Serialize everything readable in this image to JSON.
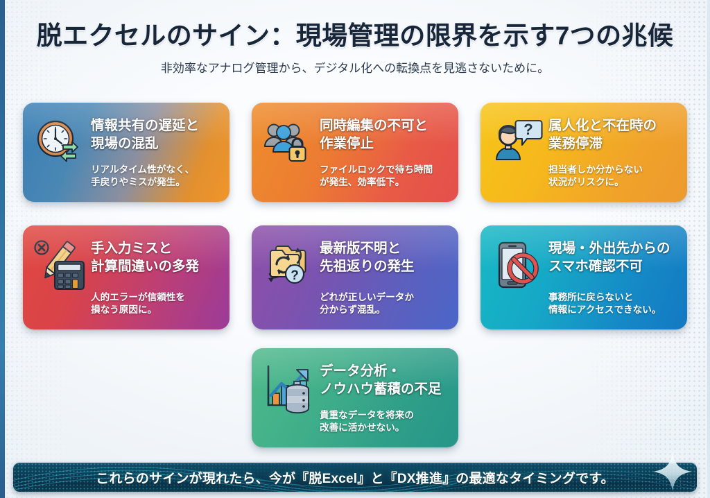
{
  "header": {
    "title": "脱エクセルのサイン：現場管理の限界を示す7つの兆候",
    "subtitle": "非効率なアナログ管理から、デジタル化への転換点を見逃さないために。"
  },
  "cards": [
    {
      "id": "card-1",
      "icon": "clock-exchange-arrows-icon",
      "headline": "情報共有の遅延と\n現場の混乱",
      "detail": "リアルタイム性がなく、\n手戻りやミスが発生。",
      "gradient_from": "#3a7fb5",
      "gradient_to": "#f0952b"
    },
    {
      "id": "card-2",
      "icon": "people-lock-icon",
      "headline": "同時編集の不可と\n作業停止",
      "detail": "ファイルロックで待ち時間\nが発生、効率低下。",
      "gradient_from": "#ee8d2c",
      "gradient_to": "#e34f4c"
    },
    {
      "id": "card-3",
      "icon": "person-question-bubble-icon",
      "headline": "属人化と不在時の\n業務停滞",
      "detail": "担当者しか分からない\n状況がリスクに。",
      "gradient_from": "#f6c518",
      "gradient_to": "#ec9a2e"
    },
    {
      "id": "card-4",
      "icon": "pencil-error-calculator-icon",
      "headline": "手入力ミスと\n計算間違いの多発",
      "detail": "人的エラーが信頼性を\n損なう原因に。",
      "gradient_from": "#e0483f",
      "gradient_to": "#9b3b99"
    },
    {
      "id": "card-5",
      "icon": "folder-sync-question-icon",
      "headline": "最新版不明と\n先祖返りの発生",
      "detail": "どれが正しいデータか\n分からず混乱。",
      "gradient_from": "#8e4fa8",
      "gradient_to": "#4a66c8"
    },
    {
      "id": "card-6",
      "icon": "smartphone-prohibited-icon",
      "headline": "現場・外出先からの\nスマホ確認不可",
      "detail": "事務所に戻らないと\n情報にアクセスできない。",
      "gradient_from": "#17b8c4",
      "gradient_to": "#1479c2"
    },
    {
      "id": "card-7",
      "icon": "growth-chart-database-icon",
      "headline": "データ分析・\nノウハウ蓄積の不足",
      "detail": "貴重なデータを将来の\n改善に活かせない。",
      "gradient_from": "#4fb98b",
      "gradient_to": "#269689"
    }
  ],
  "banner": {
    "text": "これらのサインが現れたら、今が『脱Excel』と『DX推進』の最適なタイミングです。",
    "background_color": "#0b3f57",
    "accent_color": "#5fd4e8"
  }
}
